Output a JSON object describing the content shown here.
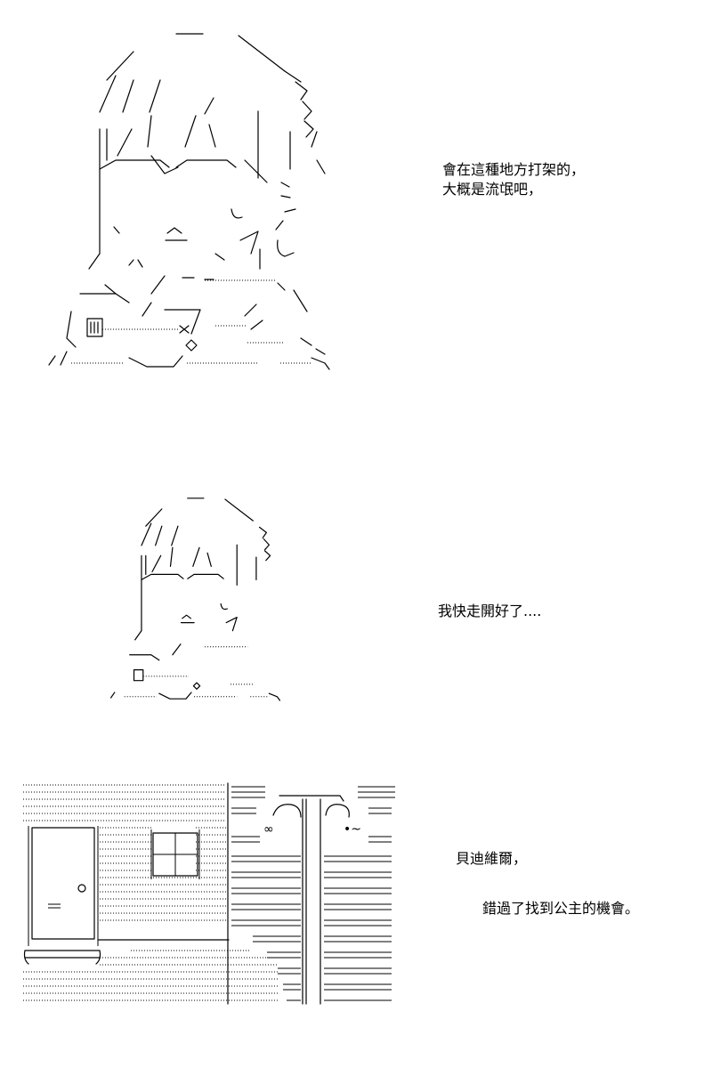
{
  "panels": [
    {
      "art_subject": "boy-portrait-ascii-art",
      "caption_lines": [
        "會在這種地方打架的，",
        "大概是流氓吧，"
      ]
    },
    {
      "art_subject": "boy-portrait-small-ascii-art",
      "caption_lines": [
        "我快走開好了...."
      ]
    },
    {
      "art_subject": "room-interior-ascii-art",
      "caption_lines": [
        "貝迪維爾，",
        "錯過了找到公主的機會。"
      ]
    }
  ]
}
